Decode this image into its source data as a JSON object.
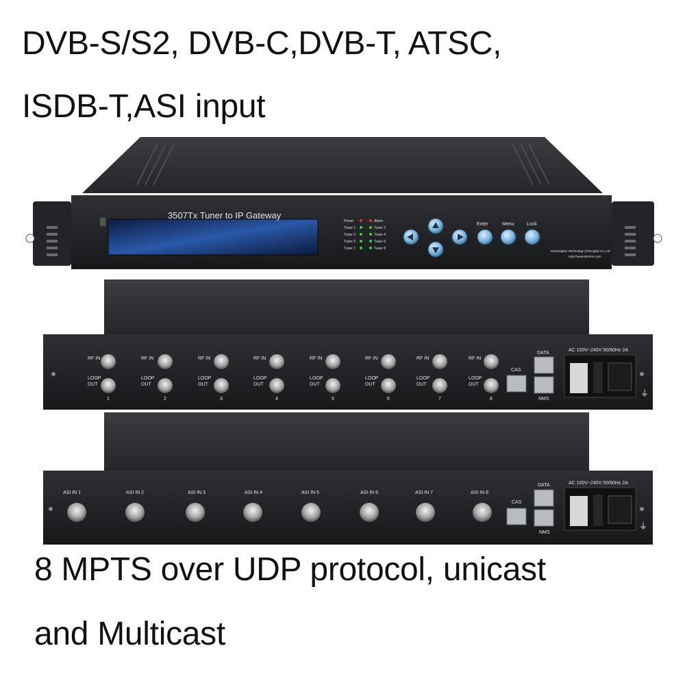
{
  "headline_top": [
    "DVB-S/S2, DVB-C,DVB-T, ATSC,",
    "ISDB-T,ASI input"
  ],
  "headline_bottom": [
    "8 MPTS over UDP protocol, unicast",
    "and Multicast"
  ],
  "front_panel": {
    "lcd_title": "3507Tx Tuner to IP Gateway",
    "leds_left": [
      "Power",
      "Tuner 1",
      "Tuner 3",
      "Tuner 5",
      "Tuner 7"
    ],
    "leds_right": [
      "Alarm",
      "Tuner 2",
      "Tuner 4",
      "Tuner 6",
      "Tuner 8"
    ],
    "buttons": [
      "Enter",
      "Menu",
      "Lock"
    ],
    "maker": "DexinDigital Technology (Chengdu) Co.,Ltd.",
    "url": "Http://www.dexinvc.com"
  },
  "rear_rf": {
    "rf_label": "RF IN",
    "loop_label": [
      "LOOP",
      "OUT"
    ],
    "channels": [
      "1",
      "2",
      "3",
      "4",
      "5",
      "6",
      "7",
      "8"
    ],
    "data_label": "DATA",
    "cas_label": "CAS",
    "nms_label": "NMS",
    "power_label": "AC  100V~240V  50/60Hz  2A"
  },
  "rear_asi": {
    "inputs": [
      "ASI IN 1",
      "ASI IN 2",
      "ASI IN 3",
      "ASI IN 4",
      "ASI IN 5",
      "ASI IN 6",
      "ASI IN 7",
      "ASI IN 8"
    ],
    "data_label": "DATA",
    "cas_label": "CAS",
    "nms_label": "NMS",
    "power_label": "AC  100V~240V  50/60Hz  2A"
  },
  "colors": {
    "chassis": "#2b2d30",
    "panel": "#1c1d1f",
    "button": "#7fb6e0",
    "lcd": "#1a3a7a"
  }
}
